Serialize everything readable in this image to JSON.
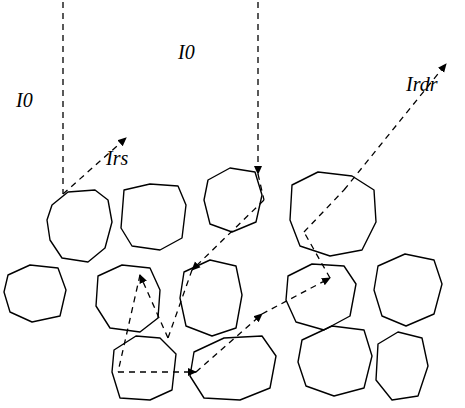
{
  "diagram": {
    "labels": [
      "I0",
      "I0",
      "Irs",
      "Irdr"
    ]
  }
}
